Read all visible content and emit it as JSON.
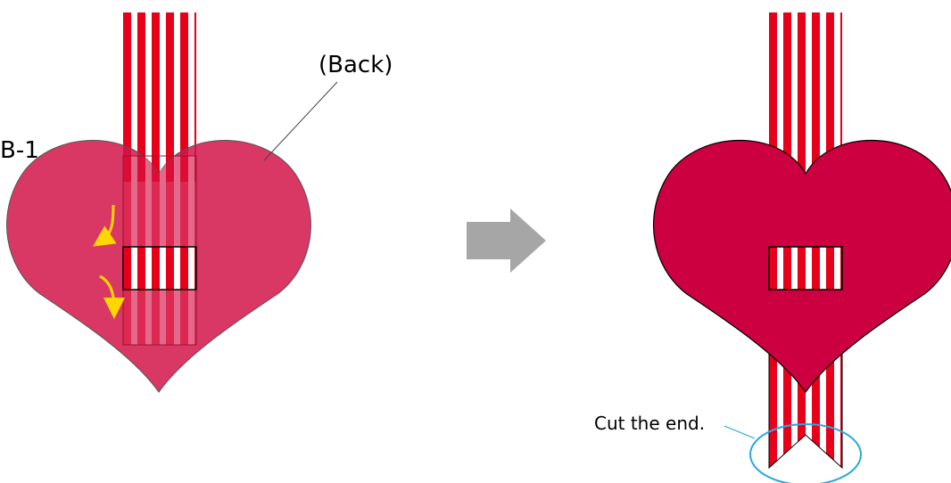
{
  "left_panel": {
    "step_label": "B-1",
    "side_label": "(Back)"
  },
  "right_panel": {
    "cut_note": "Cut the end."
  },
  "colors": {
    "ribbon_red": "#e8001a",
    "ribbon_white": "#ffffff",
    "heart_back": "#d21449",
    "heart_front": "#cc0040",
    "arrow_gray": "#a6a6a6",
    "fold_arrow_yellow": "#ffd700",
    "callout_blue": "#29a8e0"
  },
  "icons": {
    "progress_arrow": "right-arrow-icon",
    "fold_arrows": "curved-down-arrow-icon"
  }
}
